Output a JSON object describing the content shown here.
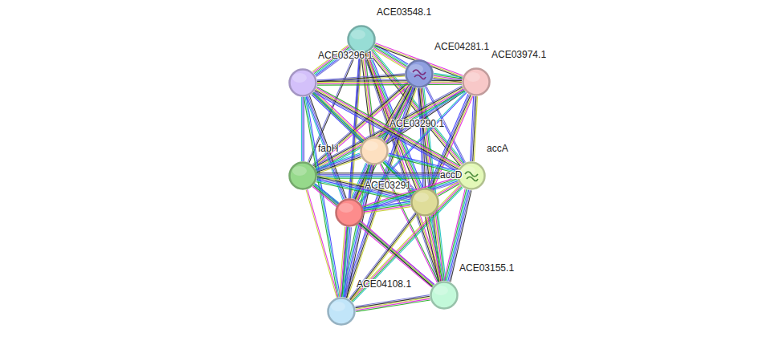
{
  "diagram": {
    "nodes": [
      {
        "text": [
          "ACE03548.1"
        ]
      },
      {
        "text": [
          "ACE04281.1"
        ]
      },
      {
        "text": [
          "ACE03974.1"
        ]
      },
      {
        "text": [
          "ACE03296.1"
        ]
      },
      {
        "text": [
          "ACE03290.1"
        ]
      },
      {
        "text": [
          "fabH"
        ]
      },
      {
        "text": [
          "accA"
        ]
      },
      {
        "text": [
          "ACE03291"
        ]
      },
      {
        "text": [
          "accD"
        ]
      },
      {
        "text": [
          "ACE03155.1"
        ]
      },
      {
        "text": [
          "ACE04108.1"
        ]
      }
    ],
    "edges": [
      {
        "from": 0,
        "to": 1,
        "arrow": "none"
      },
      {
        "from": 0,
        "to": 2,
        "arrow": "none"
      },
      {
        "from": 0,
        "to": 3,
        "arrow": "none"
      },
      {
        "from": 0,
        "to": 4,
        "arrow": "none"
      },
      {
        "from": 0,
        "to": 5,
        "arrow": "none"
      },
      {
        "from": 0,
        "to": 6,
        "arrow": "none"
      },
      {
        "from": 0,
        "to": 7,
        "arrow": "none"
      },
      {
        "from": 0,
        "to": 8,
        "arrow": "none"
      },
      {
        "from": 0,
        "to": 9,
        "arrow": "none"
      },
      {
        "from": 0,
        "to": 10,
        "arrow": "none"
      },
      {
        "from": 1,
        "to": 2,
        "arrow": "none"
      },
      {
        "from": 1,
        "to": 3,
        "arrow": "none"
      },
      {
        "from": 1,
        "to": 4,
        "arrow": "none"
      },
      {
        "from": 1,
        "to": 5,
        "arrow": "none"
      },
      {
        "from": 1,
        "to": 6,
        "arrow": "none"
      },
      {
        "from": 1,
        "to": 7,
        "arrow": "none"
      },
      {
        "from": 1,
        "to": 8,
        "arrow": "none"
      },
      {
        "from": 1,
        "to": 9,
        "arrow": "none"
      },
      {
        "from": 1,
        "to": 10,
        "arrow": "none"
      },
      {
        "from": 2,
        "to": 3,
        "arrow": "none"
      },
      {
        "from": 2,
        "to": 4,
        "arrow": "none"
      },
      {
        "from": 2,
        "to": 5,
        "arrow": "none"
      },
      {
        "from": 2,
        "to": 6,
        "arrow": "none"
      },
      {
        "from": 2,
        "to": 7,
        "arrow": "none"
      },
      {
        "from": 2,
        "to": 8,
        "arrow": "none"
      },
      {
        "from": 3,
        "to": 4,
        "arrow": "none"
      },
      {
        "from": 3,
        "to": 5,
        "arrow": "none"
      },
      {
        "from": 3,
        "to": 6,
        "arrow": "none"
      },
      {
        "from": 3,
        "to": 7,
        "arrow": "none"
      },
      {
        "from": 3,
        "to": 8,
        "arrow": "none"
      },
      {
        "from": 3,
        "to": 10,
        "arrow": "none"
      },
      {
        "from": 4,
        "to": 5,
        "arrow": "none"
      },
      {
        "from": 4,
        "to": 6,
        "arrow": "none"
      },
      {
        "from": 4,
        "to": 7,
        "arrow": "none"
      },
      {
        "from": 4,
        "to": 8,
        "arrow": "none"
      },
      {
        "from": 4,
        "to": 9,
        "arrow": "none"
      },
      {
        "from": 4,
        "to": 10,
        "arrow": "none"
      },
      {
        "from": 5,
        "to": 6,
        "arrow": "none"
      },
      {
        "from": 5,
        "to": 7,
        "arrow": "none"
      },
      {
        "from": 5,
        "to": 8,
        "arrow": "none"
      },
      {
        "from": 5,
        "to": 9,
        "arrow": "none"
      },
      {
        "from": 5,
        "to": 10,
        "arrow": "none"
      },
      {
        "from": 6,
        "to": 7,
        "arrow": "none"
      },
      {
        "from": 6,
        "to": 8,
        "arrow": "none"
      },
      {
        "from": 6,
        "to": 9,
        "arrow": "none"
      },
      {
        "from": 6,
        "to": 10,
        "arrow": "none"
      },
      {
        "from": 7,
        "to": 8,
        "arrow": "none"
      },
      {
        "from": 7,
        "to": 9,
        "arrow": "none"
      },
      {
        "from": 7,
        "to": 10,
        "arrow": "none"
      },
      {
        "from": 8,
        "to": 9,
        "arrow": "none"
      },
      {
        "from": 8,
        "to": 10,
        "arrow": "none"
      },
      {
        "from": 9,
        "to": 10,
        "arrow": "none"
      }
    ]
  }
}
